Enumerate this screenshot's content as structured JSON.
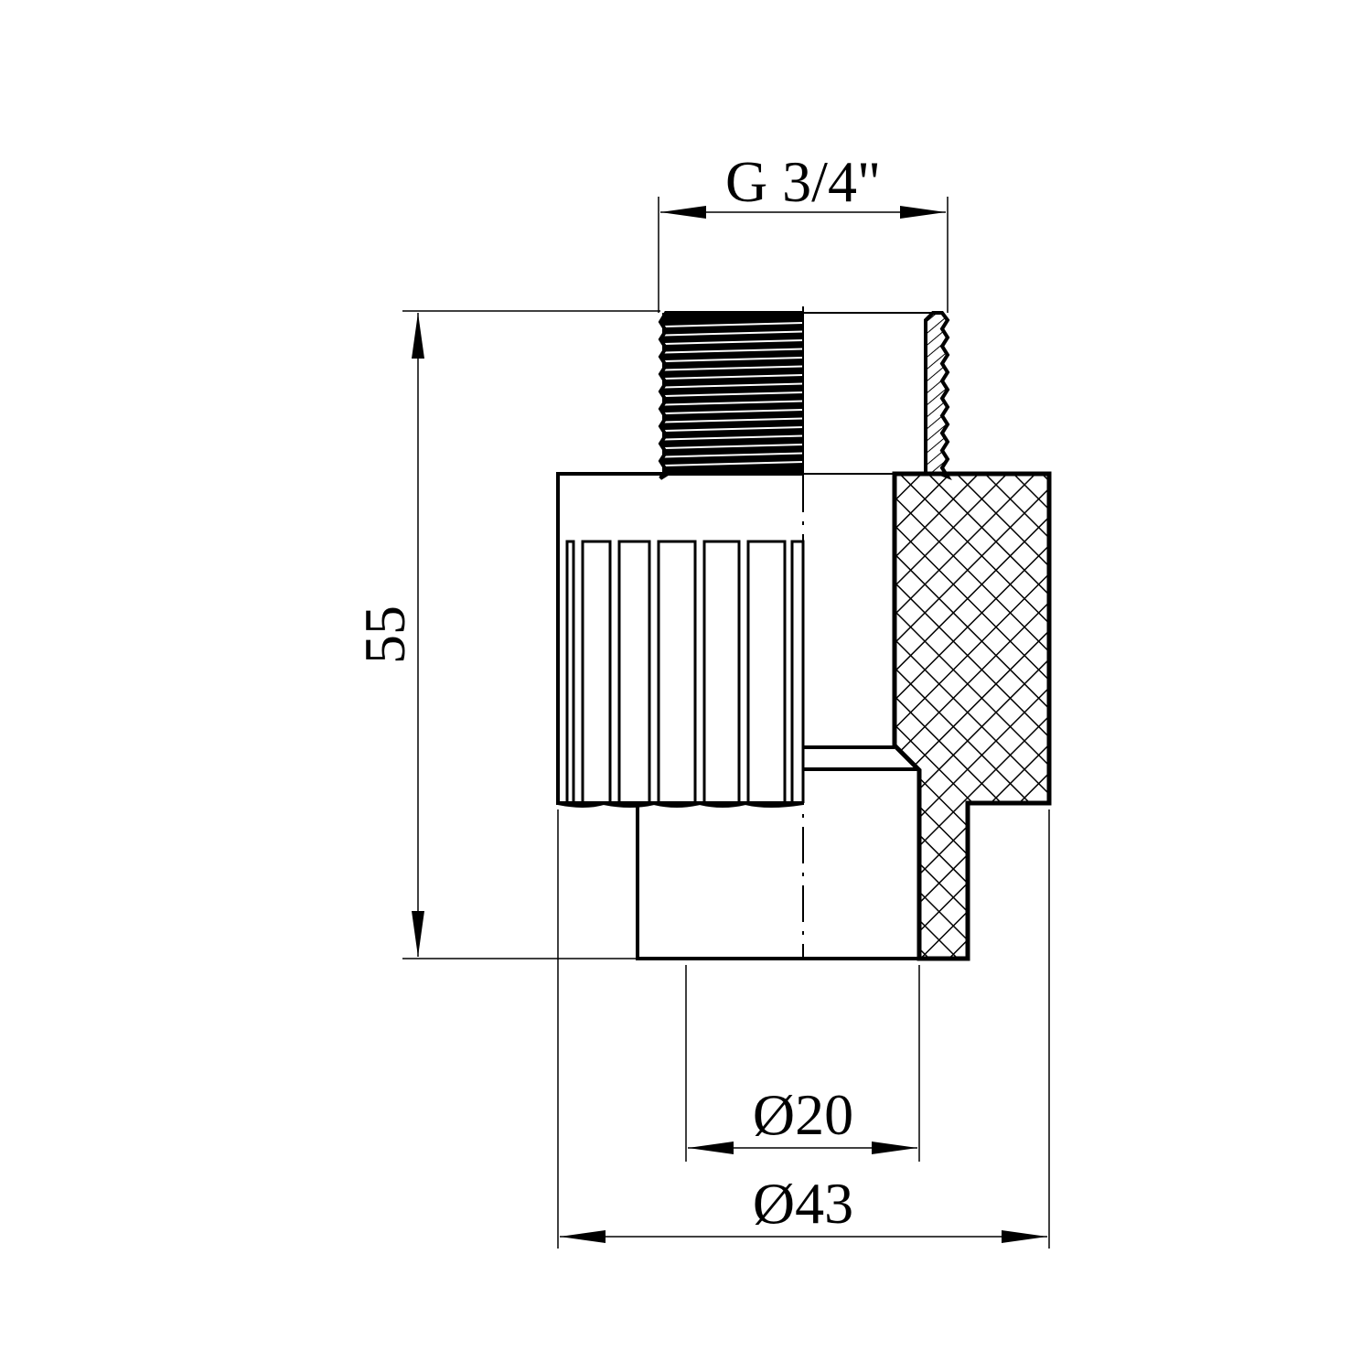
{
  "drawing": {
    "title": "Threaded union fitting, male thread",
    "dimensions": {
      "thread": "G 3/4\"",
      "height": "55",
      "inner_diameter": "Ø20",
      "outer_diameter": "Ø43"
    },
    "colors": {
      "line": "#000000",
      "background": "#ffffff"
    }
  }
}
